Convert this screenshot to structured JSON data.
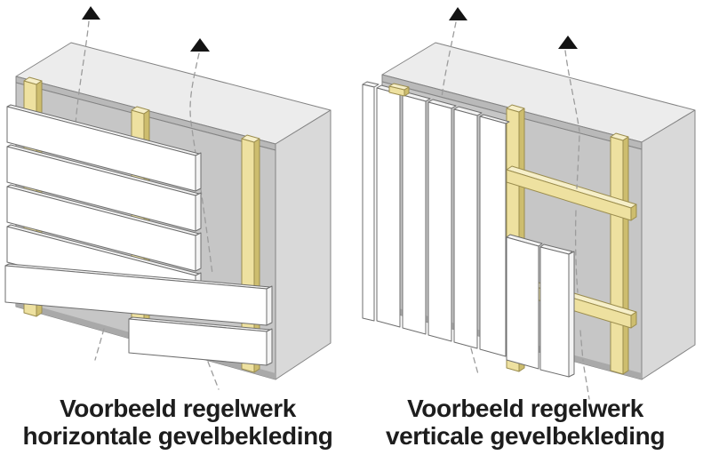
{
  "captions": {
    "left": {
      "line1": "Voorbeeld regelwerk",
      "line2": "horizontale gevelbekleding"
    },
    "right": {
      "line1": "Voorbeeld regelwerk",
      "line2": "verticale gevelbekleding"
    }
  },
  "palette": {
    "background": "#ffffff",
    "wall_front": "#c6c6c6",
    "wall_side": "#d9d9d9",
    "wall_top": "#ececec",
    "slab_edge": "#b9b9b9",
    "shadow_strip": "#a9a9a9",
    "batten_face": "#eee1a0",
    "batten_side": "#cdbd6e",
    "batten_top": "#f6efc9",
    "board_face": "#ffffff",
    "board_edge": "#f4f4f4",
    "outline_wall": "#848484",
    "outline_board": "#6e6e6e",
    "outline_batten": "#9b8d4e",
    "dashed_line": "#9c9c9c",
    "arrow": "#141414",
    "caption_text": "#1d1d1d"
  }
}
